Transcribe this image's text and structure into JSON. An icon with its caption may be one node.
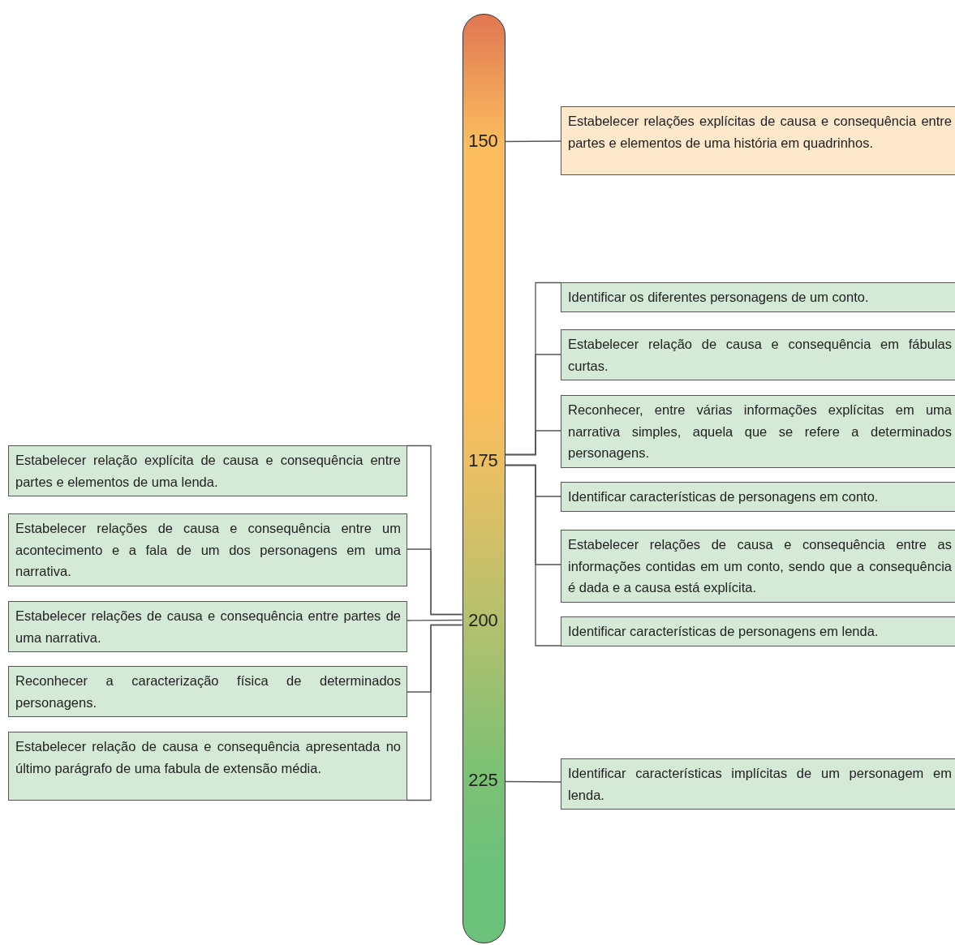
{
  "diagram": {
    "nodes": [
      {
        "text": [],
        "shape": "bar"
      },
      {
        "text": [
          "150"
        ],
        "in": 0
      },
      {
        "text": [
          "175"
        ],
        "in": 0
      },
      {
        "text": [
          "200"
        ],
        "in": 0
      },
      {
        "text": [
          "225"
        ],
        "in": 0
      },
      {
        "text": [
          "Estabelecer relações explícitas de causa e consequência entre partes e elementos de uma história em quadrinhos."
        ]
      },
      {
        "text": [
          "Identificar os diferentes personagens de um conto."
        ]
      },
      {
        "text": [
          "Estabelecer relação de causa e consequência em fábulas curtas."
        ]
      },
      {
        "text": [
          "Reconhecer, entre várias informações explícitas em uma narrativa simples, aquela que se refere a determinados personagens."
        ]
      },
      {
        "text": [
          "Identificar características de personagens em conto."
        ]
      },
      {
        "text": [
          "Estabelecer relações de causa e consequência entre as informações contidas em um conto, sendo que a consequência é dada e a causa está explícita."
        ]
      },
      {
        "text": [
          "Identificar características de personagens em lenda."
        ]
      },
      {
        "text": [
          "Identificar características implícitas de um personagem em lenda."
        ]
      },
      {
        "text": [
          "Estabelecer relação explícita de causa e consequência entre partes e elementos de uma lenda."
        ]
      },
      {
        "text": [
          "Estabelecer relações de causa e consequência entre um acontecimento e a fala de um dos personagens em uma narrativa."
        ]
      },
      {
        "text": [
          "Estabelecer relações de causa e consequência entre partes de uma narrativa."
        ]
      },
      {
        "text": [
          "Reconhecer a caracterização física de determinados personagens."
        ]
      },
      {
        "text": [
          "Estabelecer relação de causa e consequência apresentada no último parágrafo de uma fabula de extensão média."
        ]
      }
    ],
    "edges": [
      {
        "from": 1,
        "to": 5,
        "arrow": "none"
      },
      {
        "from": 2,
        "to": 6,
        "arrow": "none"
      },
      {
        "from": 2,
        "to": 7,
        "arrow": "none"
      },
      {
        "from": 2,
        "to": 8,
        "arrow": "none"
      },
      {
        "from": 2,
        "to": 9,
        "arrow": "none"
      },
      {
        "from": 2,
        "to": 10,
        "arrow": "none"
      },
      {
        "from": 2,
        "to": 11,
        "arrow": "none"
      },
      {
        "from": 4,
        "to": 12,
        "arrow": "none"
      },
      {
        "from": 3,
        "to": 13,
        "arrow": "none"
      },
      {
        "from": 3,
        "to": 14,
        "arrow": "none"
      },
      {
        "from": 3,
        "to": 15,
        "arrow": "none"
      },
      {
        "from": 3,
        "to": 16,
        "arrow": "none"
      },
      {
        "from": 3,
        "to": 17,
        "arrow": "none"
      }
    ]
  }
}
